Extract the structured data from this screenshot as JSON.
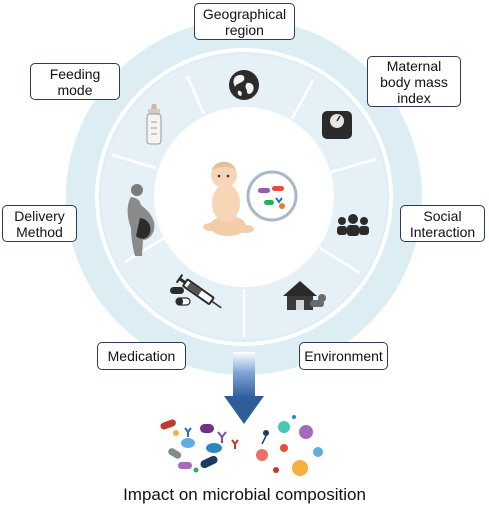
{
  "factors": {
    "geographical_region": "Geographical\nregion",
    "maternal_bmi": "Maternal\nbody mass\nindex",
    "social_interaction": "Social\nInteraction",
    "environment": "Environment",
    "medication": "Medication",
    "delivery_method": "Delivery\nMethod",
    "feeding_mode": "Feeding\nmode"
  },
  "caption": "Impact on microbial composition",
  "icons": [
    "globe-icon",
    "scale-icon",
    "people-icon",
    "house-icon",
    "syringe-icon",
    "pregnant-woman-icon",
    "baby-bottle-icon",
    "baby-icon",
    "magnifier-icon",
    "arrow-down-icon"
  ],
  "colors": {
    "ring_outer": "#dcedf4",
    "ring_inner": "#e7f2f7",
    "center": "#ffffff",
    "divider": "#ffffff",
    "arrow": "#2f5d9a",
    "label_border": "#2b3a55"
  }
}
